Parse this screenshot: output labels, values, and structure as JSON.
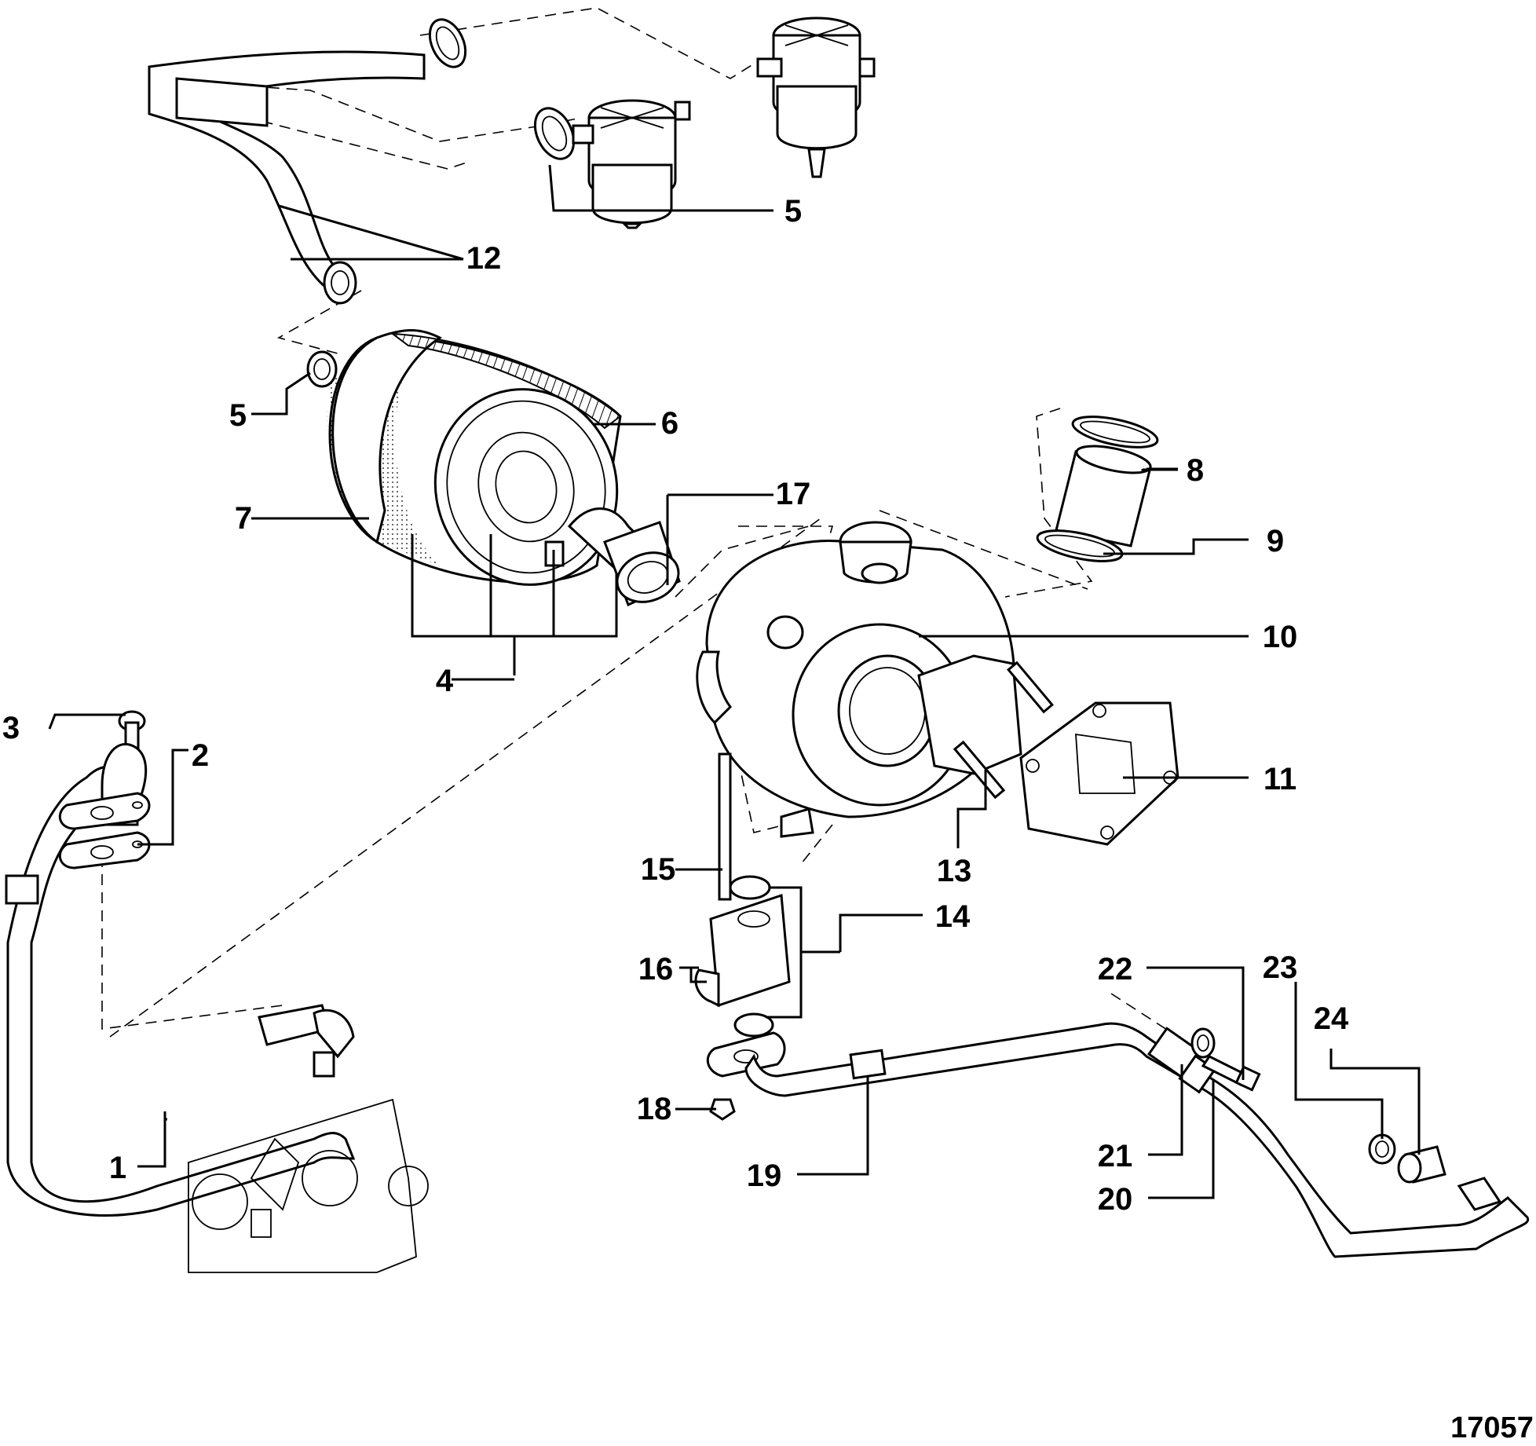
{
  "figure_number": "17057",
  "callouts": [
    "1",
    "2",
    "3",
    "4",
    "5",
    "5",
    "6",
    "7",
    "8",
    "9",
    "10",
    "11",
    "12",
    "13",
    "14",
    "15",
    "16",
    "17",
    "18",
    "19",
    "20",
    "21",
    "22",
    "23",
    "24"
  ]
}
